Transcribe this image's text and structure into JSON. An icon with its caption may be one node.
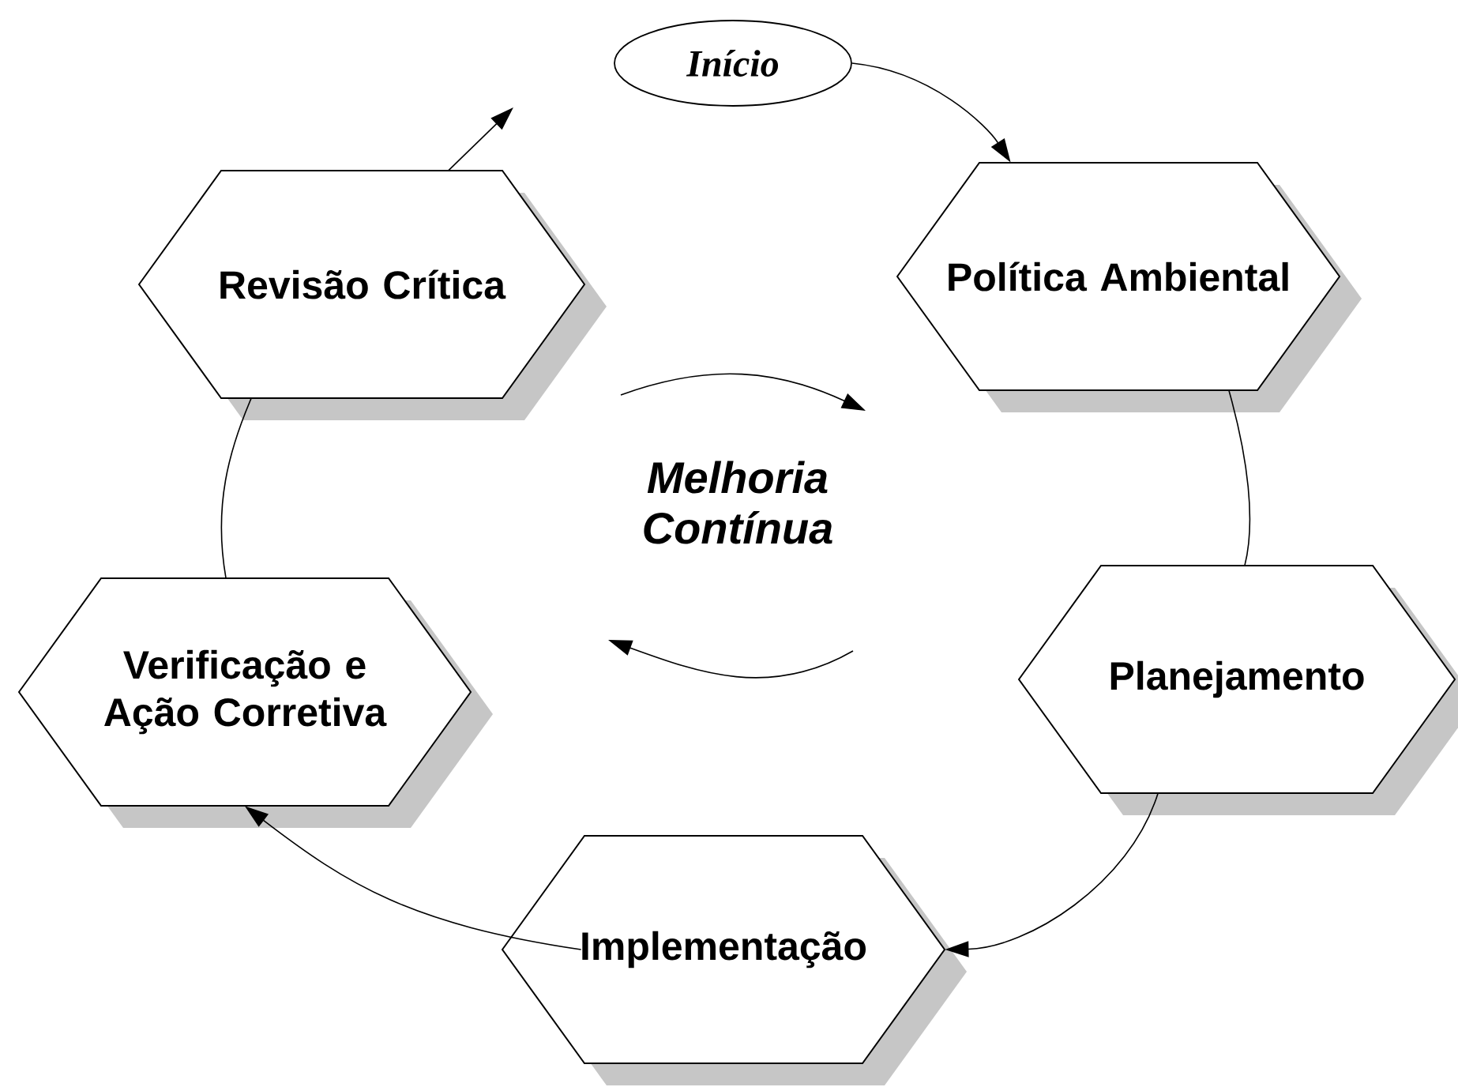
{
  "diagram": {
    "nodes": [
      {
        "text": [
          "Início"
        ]
      },
      {
        "text": [
          "Política Ambiental"
        ]
      },
      {
        "text": [
          "Planejamento"
        ]
      },
      {
        "text": [
          "Implementação"
        ]
      },
      {
        "text": [
          "Verificação e Ação Corretiva"
        ]
      },
      {
        "text": [
          "Revisão Crítica"
        ]
      }
    ],
    "edges": [
      {
        "from": 0,
        "to": 1,
        "arrow": "to"
      },
      {
        "from": 1,
        "to": 2,
        "arrow": "none"
      },
      {
        "from": 2,
        "to": 3,
        "arrow": "to"
      },
      {
        "from": 3,
        "to": 4,
        "arrow": "to"
      },
      {
        "from": 4,
        "to": 5,
        "arrow": "none"
      },
      {
        "from": 5,
        "to": null,
        "arrow": "to"
      }
    ],
    "labels": [
      "Melhoria Contínua"
    ]
  }
}
